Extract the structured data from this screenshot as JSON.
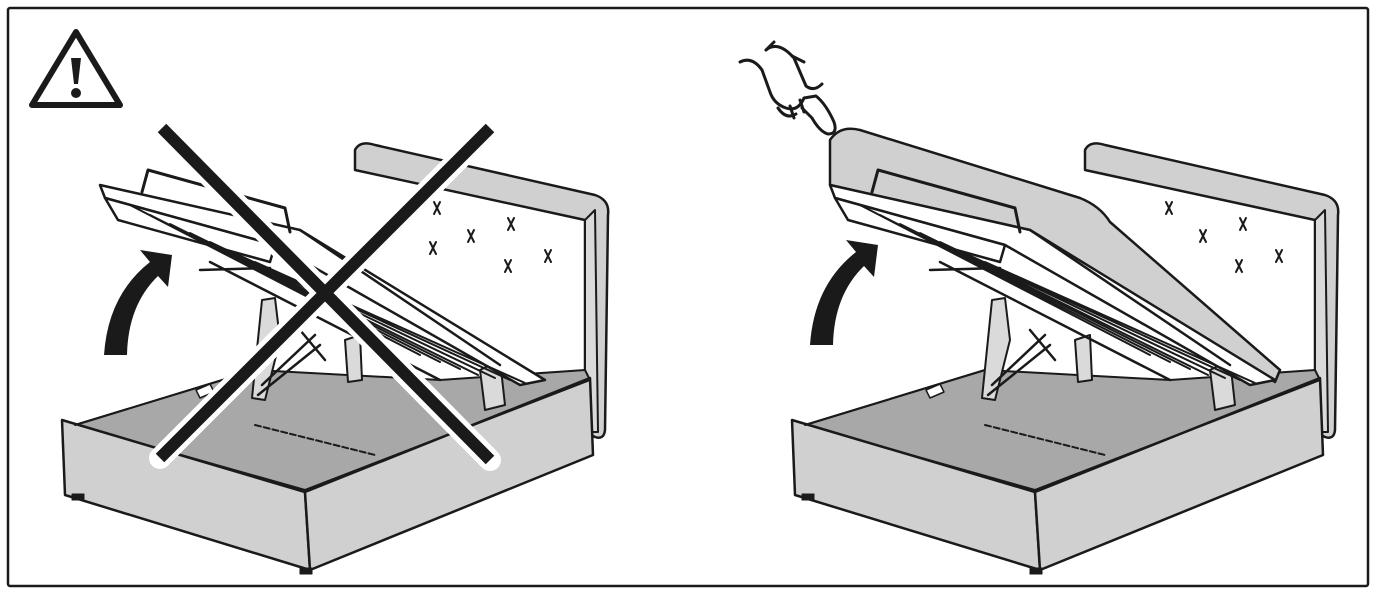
{
  "illustration": {
    "panels": [
      {
        "id": "incorrect",
        "verdict": "wrong",
        "icon": "warning-triangle-icon",
        "mark": "cross-out"
      },
      {
        "id": "correct",
        "verdict": "right",
        "icon": "hand-pointing-icon",
        "mark": "none"
      }
    ]
  },
  "colors": {
    "ink": "#1a1a1a",
    "fabric": "#d0d0d0",
    "storage_floor": "#a8a8a8",
    "background": "#ffffff"
  }
}
